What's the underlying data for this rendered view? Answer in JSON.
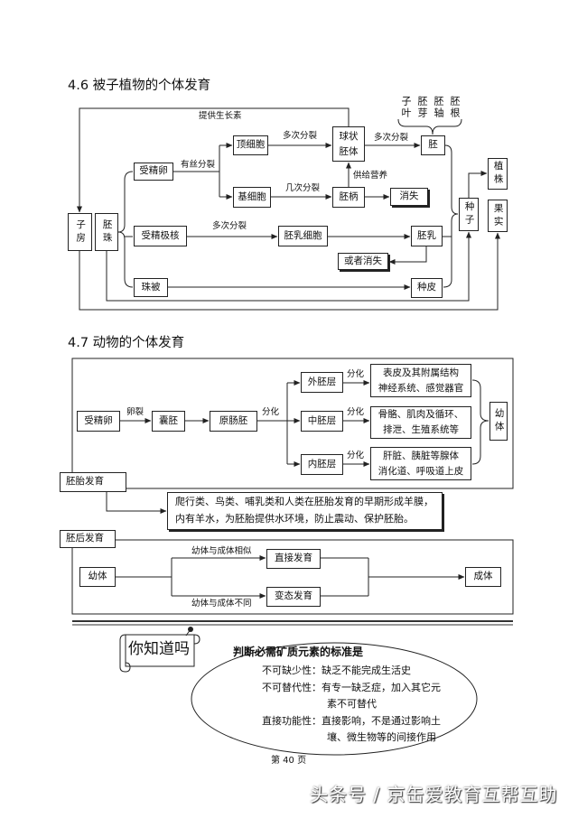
{
  "section_plant": {
    "heading": "4.6 被子植物的个体发育",
    "embryo_parts": [
      "子叶",
      "胚芽",
      "胚轴",
      "胚根"
    ],
    "nodes": {
      "ovary": "子房",
      "ovule": "胚珠",
      "zygote": "受精卵",
      "apical_cell": "顶细胞",
      "basal_cell": "基细胞",
      "globular_embryo": [
        "球状",
        "胚体"
      ],
      "embryo": "胚",
      "suspensor": "胚柄",
      "disappears": "消失",
      "fertilized_polar_nuclei": "受精极核",
      "endosperm_cell": "胚乳细胞",
      "endosperm": "胚乳",
      "or_disappears": "或者消失",
      "integument": "珠被",
      "seed_coat": "种皮",
      "seed": "种子",
      "plant": "植株",
      "fruit": "果实"
    },
    "edge_labels": {
      "auxin_feedback": "提供生长素",
      "zygote_division": "有丝分裂",
      "apical_division": "多次分裂",
      "globular_division": "多次分裂",
      "basal_division": "几次分裂",
      "suspensor_nutrition": "供给营养",
      "polar_division": "多次分裂"
    }
  },
  "section_animal": {
    "heading": "4.7 动物的个体发育",
    "embryonic": {
      "label": "胚胎发育",
      "zygote": "受精卵",
      "cleavage_label": "卵裂",
      "blastula": "囊胚",
      "gastrula": "原肠胚",
      "differentiation_label": "分化",
      "germ_layers": [
        {
          "name": "外胚层",
          "arrow_label": "分化",
          "fate": [
            "表皮及其附属结构",
            "神经系统、感觉器官"
          ]
        },
        {
          "name": "中胚层",
          "arrow_label": "分化",
          "fate": [
            "骨骼、肌肉及循环、",
            "排泄、生殖系统等"
          ]
        },
        {
          "name": "内胚层",
          "arrow_label": "分化",
          "fate": [
            "肝脏、胰脏等腺体",
            "消化道、呼吸道上皮"
          ]
        }
      ],
      "result": "幼体",
      "amnion_note": [
        "爬行类、鸟类、哺乳类和人类在胚胎发育的早期形成羊膜，",
        "内有羊水，为胚胎提供水环境，防止震动、保护胚胎。"
      ]
    },
    "postembryonic": {
      "label": "胚后发育",
      "start": "幼体",
      "branches": [
        {
          "condition": "幼体与成体相似",
          "type": "直接发育"
        },
        {
          "condition": "幼体与成体不同",
          "type": "变态发育"
        }
      ],
      "end": "成体"
    }
  },
  "did_you_know": {
    "title": "你知道吗",
    "heading": "判断必需矿质元素的标准是",
    "criteria": [
      {
        "lines": [
          "不可缺少性：缺乏不能完成生活史"
        ]
      },
      {
        "lines": [
          "不可替代性：有专一缺乏症，加入其它元",
          "素不可替代"
        ]
      },
      {
        "lines": [
          "直接功能性：直接影响，不是通过影响土",
          "壤、微生物等的间接作用"
        ]
      }
    ]
  },
  "page_number": "第 40 页",
  "watermark": "头条号 / 京缶爱教育互帮互助"
}
